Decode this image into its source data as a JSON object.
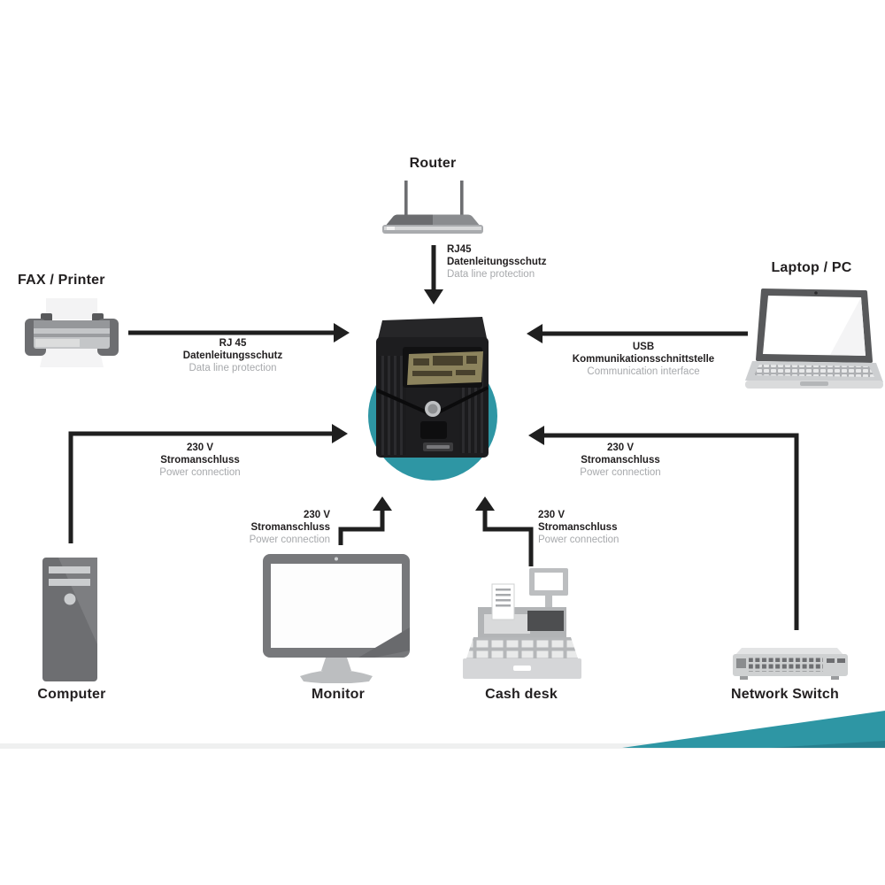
{
  "nodes": {
    "router": {
      "label": "Router"
    },
    "fax_printer": {
      "label": "FAX / Printer"
    },
    "laptop_pc": {
      "label": "Laptop / PC"
    },
    "computer": {
      "label": "Computer"
    },
    "monitor": {
      "label": "Monitor"
    },
    "cash_desk": {
      "label": "Cash desk"
    },
    "network_switch": {
      "label": "Network Switch"
    },
    "ups": {
      "label": ""
    }
  },
  "connections": {
    "router_ups": {
      "port": "RJ45",
      "de": "Datenleitungsschutz",
      "en": "Data line protection"
    },
    "fax_ups": {
      "port": "RJ 45",
      "de": "Datenleitungsschutz",
      "en": "Data line protection"
    },
    "laptop_ups": {
      "port": "USB",
      "de": "Kommunikationsschnittstelle",
      "en": "Communication interface"
    },
    "computer_ups": {
      "port": "230 V",
      "de": "Stromanschluss",
      "en": "Power connection"
    },
    "switch_ups": {
      "port": "230 V",
      "de": "Stromanschluss",
      "en": "Power connection"
    },
    "monitor_ups": {
      "port": "230 V",
      "de": "Stromanschluss",
      "en": "Power connection"
    },
    "cash_ups": {
      "port": "230 V",
      "de": "Stromanschluss",
      "en": "Power connection"
    }
  },
  "colors": {
    "accent_teal": "#2e96a4",
    "accent_teal_dark": "#27808f",
    "text_dark": "#232021",
    "text_gray": "#a7a9ac",
    "arrow_black": "#1f1f1f",
    "ups_lcd": "#8c835d"
  }
}
